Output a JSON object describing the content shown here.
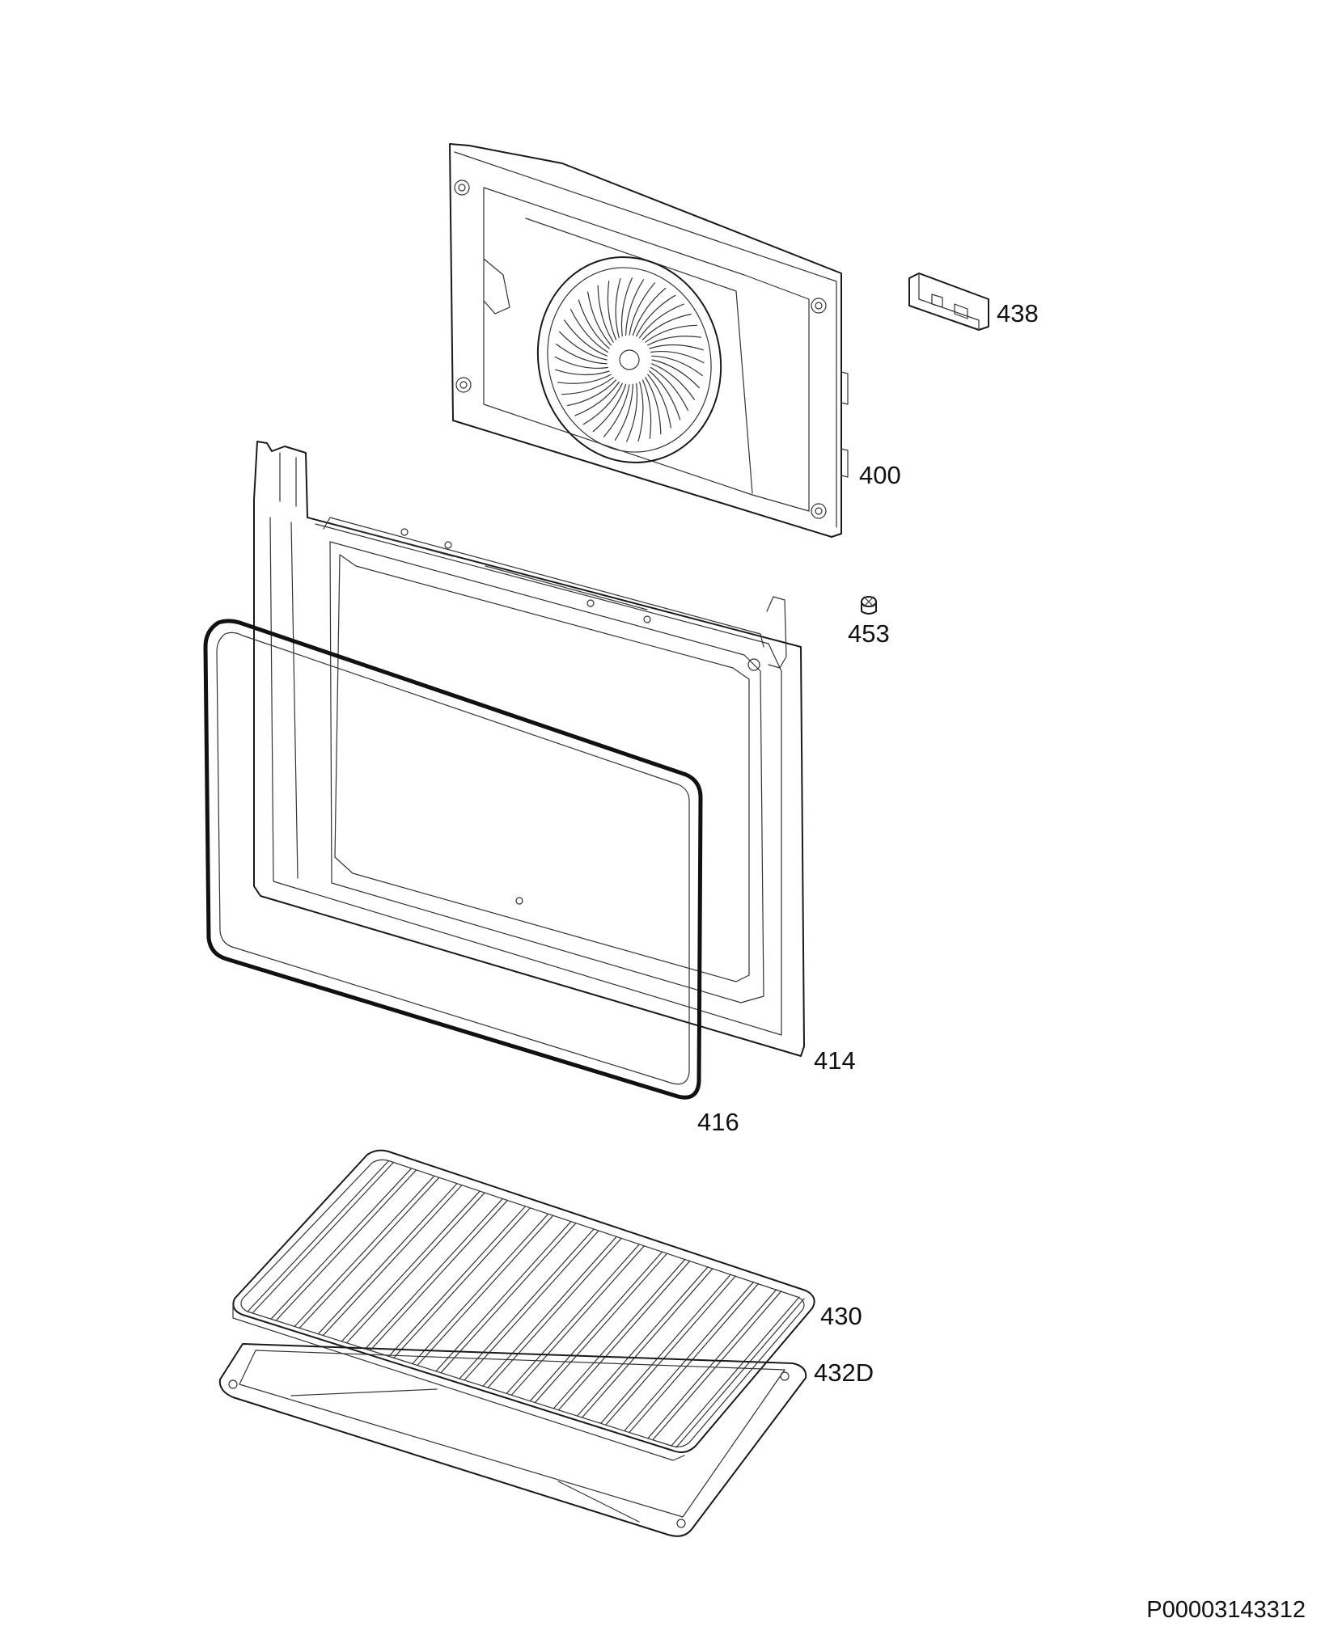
{
  "parts": [
    {
      "id": "back-panel",
      "label": "400"
    },
    {
      "id": "door-frame",
      "label": "414"
    },
    {
      "id": "door-seal",
      "label": "416"
    },
    {
      "id": "wire-rack",
      "label": "430"
    },
    {
      "id": "baking-tray",
      "label": "432D"
    },
    {
      "id": "hinge-bracket",
      "label": "438"
    },
    {
      "id": "screw",
      "label": "453"
    }
  ],
  "document_number": "P00003143312",
  "colors": {
    "line": "#1a1a1a",
    "background": "#ffffff"
  }
}
